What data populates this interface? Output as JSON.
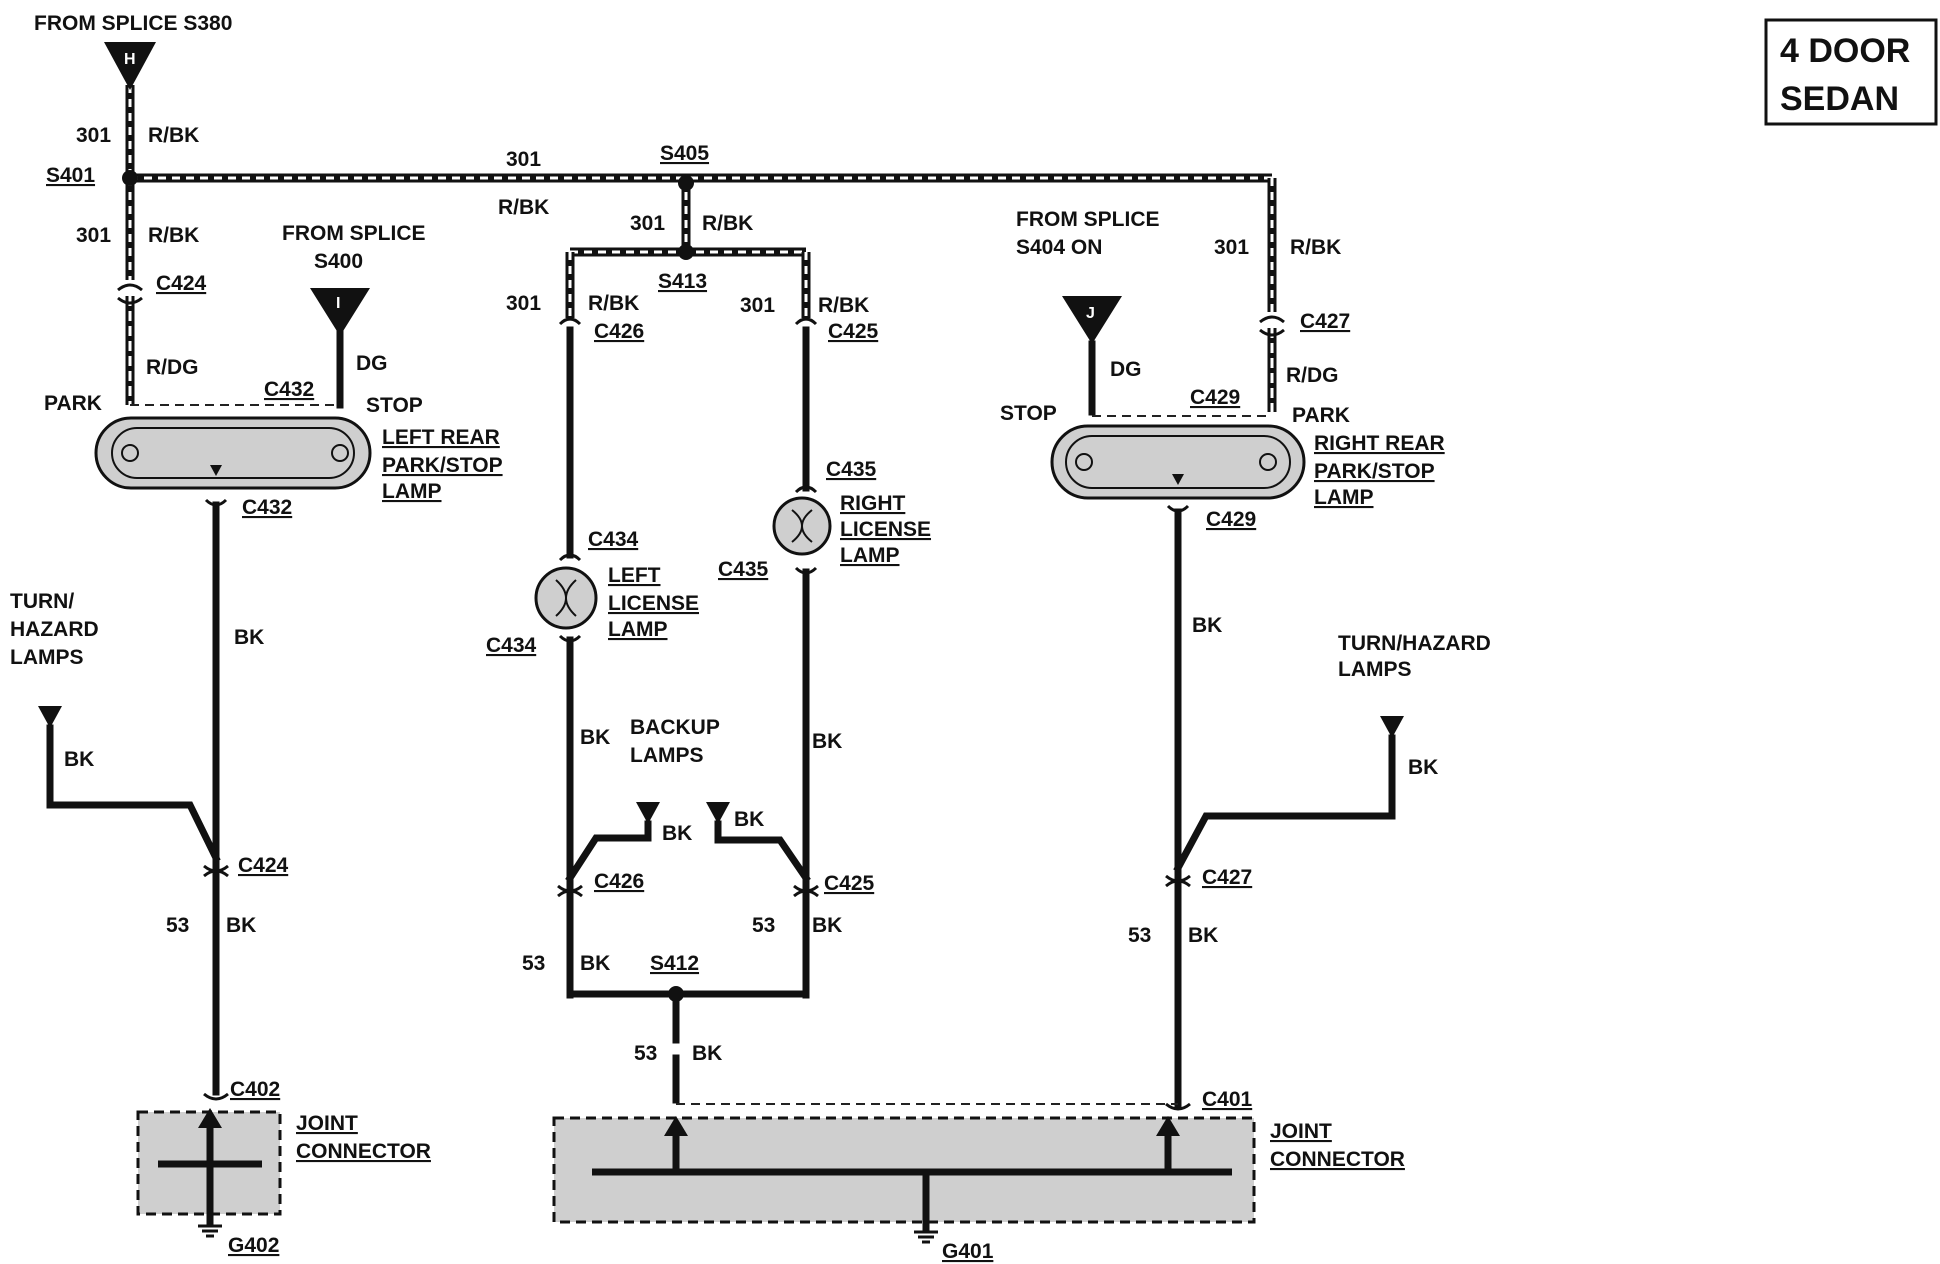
{
  "title_box": {
    "line1": "4 DOOR",
    "line2": "SEDAN"
  },
  "splices": {
    "from_s380": "FROM SPLICE S380",
    "from_s400_l1": "FROM SPLICE",
    "from_s400_l2": "S400",
    "from_s404_l1": "FROM SPLICE",
    "from_s404_l2": "S404 ON",
    "term_h": "H",
    "term_i": "I",
    "term_j": "J",
    "s401": "S401",
    "s405": "S405",
    "s413": "S413",
    "s412": "S412"
  },
  "circuits": {
    "c301": "301",
    "c53": "53"
  },
  "colors": {
    "rbk": "R/BK",
    "rdg": "R/DG",
    "dg": "DG",
    "bk": "BK"
  },
  "connectors": {
    "c424": "C424",
    "c432": "C432",
    "c426": "C426",
    "c425": "C425",
    "c427": "C427",
    "c429": "C429",
    "c434": "C434",
    "c435": "C435",
    "c402": "C402",
    "c401": "C401"
  },
  "grounds": {
    "g402": "G402",
    "g401": "G401"
  },
  "components": {
    "park": "PARK",
    "stop": "STOP",
    "left_rear_l1": "LEFT REAR",
    "left_rear_l2": "PARK/STOP",
    "left_rear_l3": "LAMP",
    "right_rear_l1": "RIGHT REAR",
    "right_rear_l2": "PARK/STOP",
    "right_rear_l3": "LAMP",
    "left_lic_l1": "LEFT",
    "left_lic_l2": "LICENSE",
    "left_lic_l3": "LAMP",
    "right_lic_l1": "RIGHT",
    "right_lic_l2": "LICENSE",
    "right_lic_l3": "LAMP",
    "backup_l1": "BACKUP",
    "backup_l2": "LAMPS",
    "turn_left_l1": "TURN/",
    "turn_left_l2": "HAZARD",
    "turn_left_l3": "LAMPS",
    "turn_right_l1": "TURN/HAZARD",
    "turn_right_l2": "LAMPS",
    "joint_l1": "JOINT",
    "joint_l2": "CONNECTOR"
  }
}
